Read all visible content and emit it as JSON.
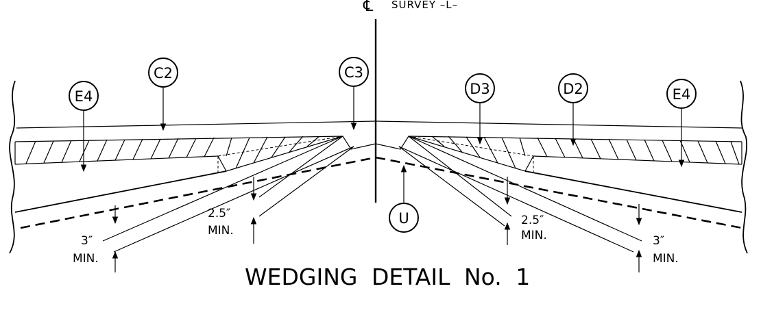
{
  "centerline": {
    "symbol": "℄",
    "label": "SURVEY –L–"
  },
  "callouts": [
    {
      "id": "E4",
      "label": "E4"
    },
    {
      "id": "C2",
      "label": "C2"
    },
    {
      "id": "C3",
      "label": "C3"
    },
    {
      "id": "D3",
      "label": "D3"
    },
    {
      "id": "D2",
      "label": "D2"
    },
    {
      "id": "E4-right",
      "label": "E4"
    },
    {
      "id": "U",
      "label": "U"
    }
  ],
  "dimensions": {
    "left_outer": {
      "value": "3″",
      "unit": "MIN."
    },
    "left_inner": {
      "value": "2.5″",
      "unit": "MIN."
    },
    "right_inner": {
      "value": "2.5″",
      "unit": "MIN."
    },
    "right_outer": {
      "value": "3″",
      "unit": "MIN."
    }
  },
  "title": "WEDGING DETAIL No. 1"
}
